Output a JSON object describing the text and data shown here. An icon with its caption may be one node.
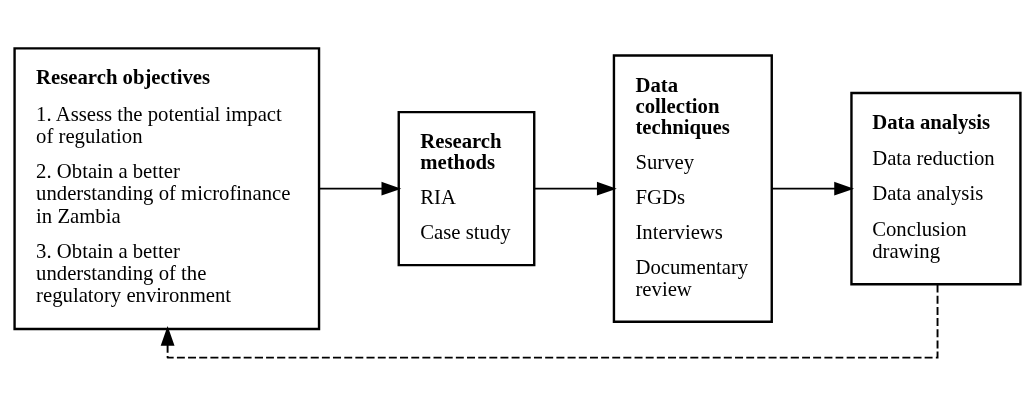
{
  "diagram": {
    "nodes": [
      {
        "text": [
          "Research objectives",
          "1. Assess the potential impact of regulation",
          "2. Obtain a better understanding of microfinance in Zambia",
          "3. Obtain a better understanding of the regulatory environment"
        ]
      },
      {
        "text": [
          "Research methods",
          "RIA",
          "Case study"
        ]
      },
      {
        "text": [
          "Data collection techniques",
          "Survey",
          "FGDs",
          "Interviews",
          "Documentary review"
        ]
      },
      {
        "text": [
          "Data analysis",
          "Data reduction",
          "Data analysis",
          "Conclusion drawing"
        ]
      }
    ],
    "edges": [
      {
        "from": 0,
        "to": 1,
        "arrow": "to"
      },
      {
        "from": 1,
        "to": 2,
        "arrow": "to"
      },
      {
        "from": 2,
        "to": 3,
        "arrow": "to"
      },
      {
        "from": 3,
        "to": 0,
        "arrow": "to",
        "style": "dashed"
      }
    ]
  }
}
